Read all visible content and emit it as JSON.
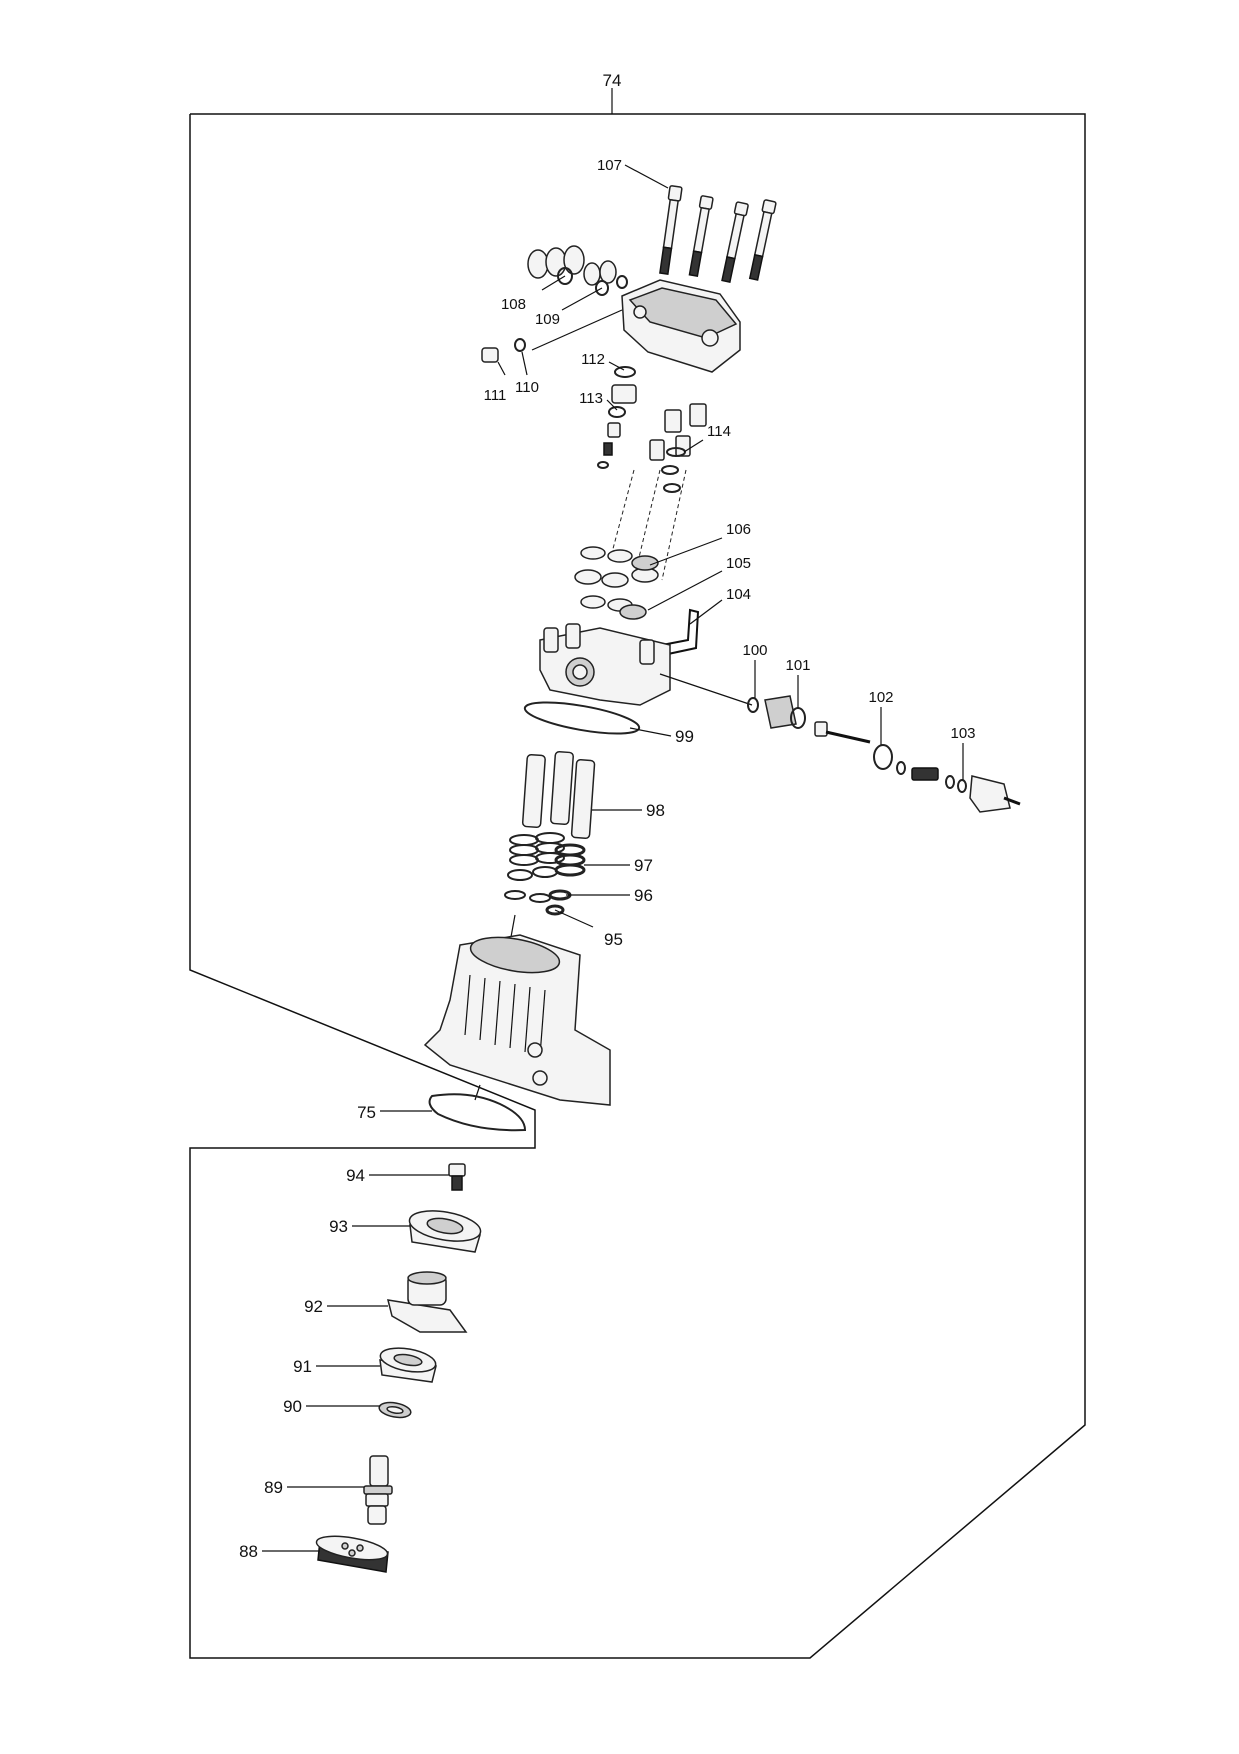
{
  "assembly": {
    "number": "74"
  },
  "callouts": {
    "c75": "75",
    "c88": "88",
    "c89": "89",
    "c90": "90",
    "c91": "91",
    "c92": "92",
    "c93": "93",
    "c94": "94",
    "c95": "95",
    "c96": "96",
    "c97": "97",
    "c98": "98",
    "c99": "99",
    "c100": "100",
    "c101": "101",
    "c102": "102",
    "c103": "103",
    "c104": "104",
    "c105": "105",
    "c106": "106",
    "c107": "107",
    "c108": "108",
    "c109": "109",
    "c110": "110",
    "c111": "111",
    "c112": "112",
    "c113": "113",
    "c114": "114"
  }
}
